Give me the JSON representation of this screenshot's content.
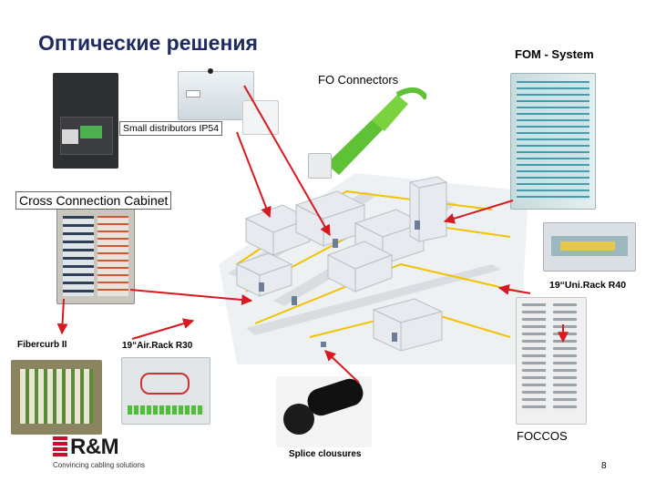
{
  "title": "Оптические решения",
  "labels": {
    "fom_system": "FOM - System",
    "fo_connectors": "FO Connectors",
    "small_distributors": "Small distributors IP54",
    "cross_connection": "Cross Connection Cabinet",
    "unirack": "19“Uni.Rack R40",
    "fibercurb": "Fibercurb II",
    "airrack": "19“Air.Rack R30",
    "foccos": "FOCCOS",
    "splice": "Splice clousures"
  },
  "logo": {
    "text": "R&M",
    "tagline": "Convincing cabling solutions"
  },
  "page_number": "8",
  "colors": {
    "title": "#1e2b63",
    "arrow": "#d71920",
    "brand": "#c8102e",
    "green": "#4fbf3a"
  }
}
